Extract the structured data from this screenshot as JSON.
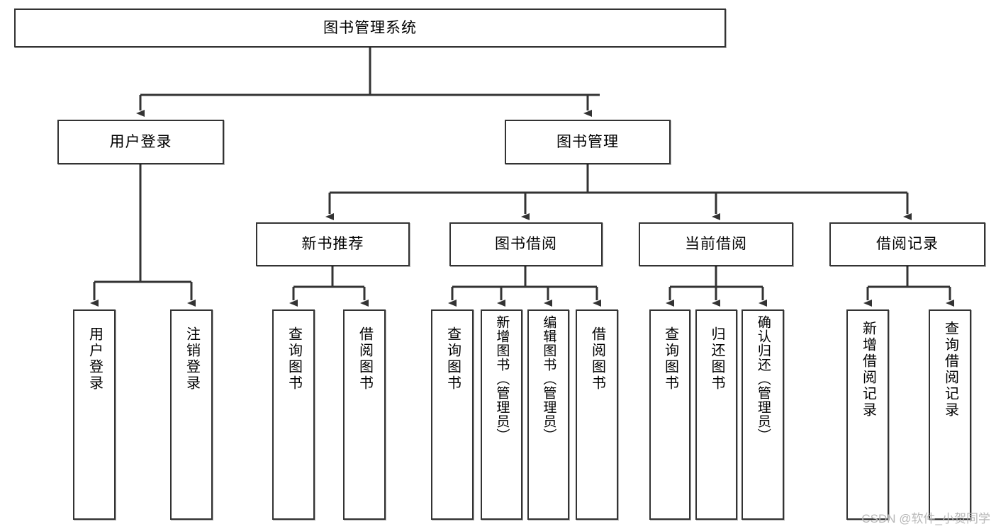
{
  "diagram": {
    "title": "图书管理系统",
    "type": "functional-structure-tree",
    "watermark": "CSDN @软件_小贺同学",
    "colors": {
      "box_border": "#333333",
      "box_fill": "#ffffff",
      "connector": "#333333",
      "text": "#000000",
      "watermark": "#b8b8b8"
    }
  },
  "nodes": {
    "root": {
      "label": "图书管理系统"
    },
    "level2": [
      {
        "id": "user-login",
        "label": "用户登录"
      },
      {
        "id": "book-manage",
        "label": "图书管理"
      }
    ],
    "level3": [
      {
        "id": "new-book-recommend",
        "label": "新书推荐"
      },
      {
        "id": "book-borrow",
        "label": "图书借阅"
      },
      {
        "id": "current-borrow",
        "label": "当前借阅"
      },
      {
        "id": "borrow-record",
        "label": "借阅记录"
      }
    ],
    "leaves": {
      "user_login": [
        {
          "id": "leaf-user-login",
          "label": "用户登录"
        },
        {
          "id": "leaf-user-logout",
          "label": "注销登录"
        }
      ],
      "new_book_recommend": [
        {
          "id": "leaf-query-book-1",
          "label": "查询图书"
        },
        {
          "id": "leaf-borrow-book-1",
          "label": "借阅图书"
        }
      ],
      "book_borrow": [
        {
          "id": "leaf-query-book-2",
          "label": "查询图书"
        },
        {
          "id": "leaf-add-book",
          "label": "新增图书（管理员）"
        },
        {
          "id": "leaf-edit-book",
          "label": "编辑图书（管理员）"
        },
        {
          "id": "leaf-borrow-book-2",
          "label": "借阅图书"
        }
      ],
      "current_borrow": [
        {
          "id": "leaf-query-book-3",
          "label": "查询图书"
        },
        {
          "id": "leaf-return-book",
          "label": "归还图书"
        },
        {
          "id": "leaf-confirm-return",
          "label": "确认归还（管理员）"
        }
      ],
      "borrow_record": [
        {
          "id": "leaf-add-record",
          "label": "新增借阅记录"
        },
        {
          "id": "leaf-query-record",
          "label": "查询借阅记录"
        }
      ]
    }
  }
}
